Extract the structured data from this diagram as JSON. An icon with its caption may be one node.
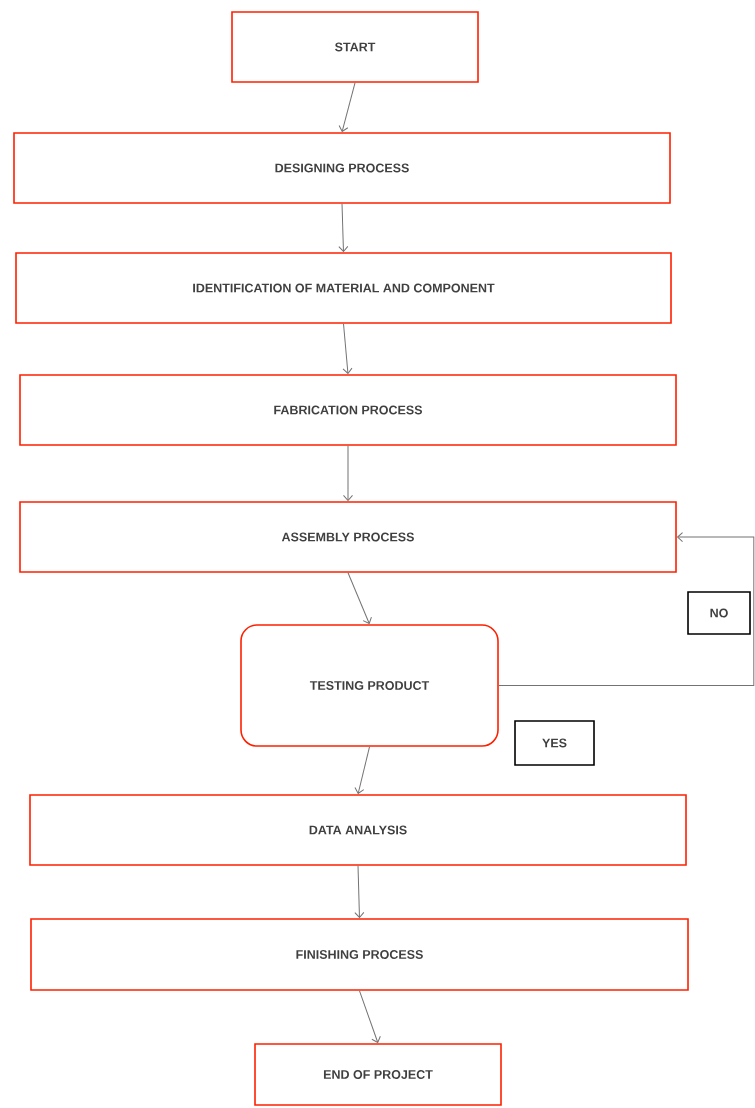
{
  "diagram": {
    "nodes": [
      {
        "text": [
          "START"
        ]
      },
      {
        "text": [
          "DESIGNING PROCESS"
        ]
      },
      {
        "text": [
          "IDENTIFICATION OF MATERIAL AND COMPONENT"
        ]
      },
      {
        "text": [
          "FABRICATION PROCESS"
        ]
      },
      {
        "text": [
          "ASSEMBLY PROCESS"
        ]
      },
      {
        "text": [
          "TESTING PRODUCT"
        ]
      },
      {
        "text": [
          "NO"
        ]
      },
      {
        "text": [
          "YES"
        ]
      },
      {
        "text": [
          "DATA ANALYSIS"
        ]
      },
      {
        "text": [
          "FINISHING PROCESS"
        ]
      },
      {
        "text": [
          "END OF PROJECT"
        ]
      }
    ],
    "edges": [
      {
        "from": 0,
        "to": 1,
        "arrow": "to"
      },
      {
        "from": 1,
        "to": 2,
        "arrow": "to"
      },
      {
        "from": 2,
        "to": 3,
        "arrow": "to"
      },
      {
        "from": 3,
        "to": 4,
        "arrow": "to"
      },
      {
        "from": 4,
        "to": 5,
        "arrow": "to"
      },
      {
        "from": 5,
        "to": 4,
        "arrow": "to"
      },
      {
        "from": 5,
        "to": 8,
        "arrow": "to"
      },
      {
        "from": 8,
        "to": 9,
        "arrow": "to"
      },
      {
        "from": 9,
        "to": 10,
        "arrow": "to"
      }
    ]
  }
}
